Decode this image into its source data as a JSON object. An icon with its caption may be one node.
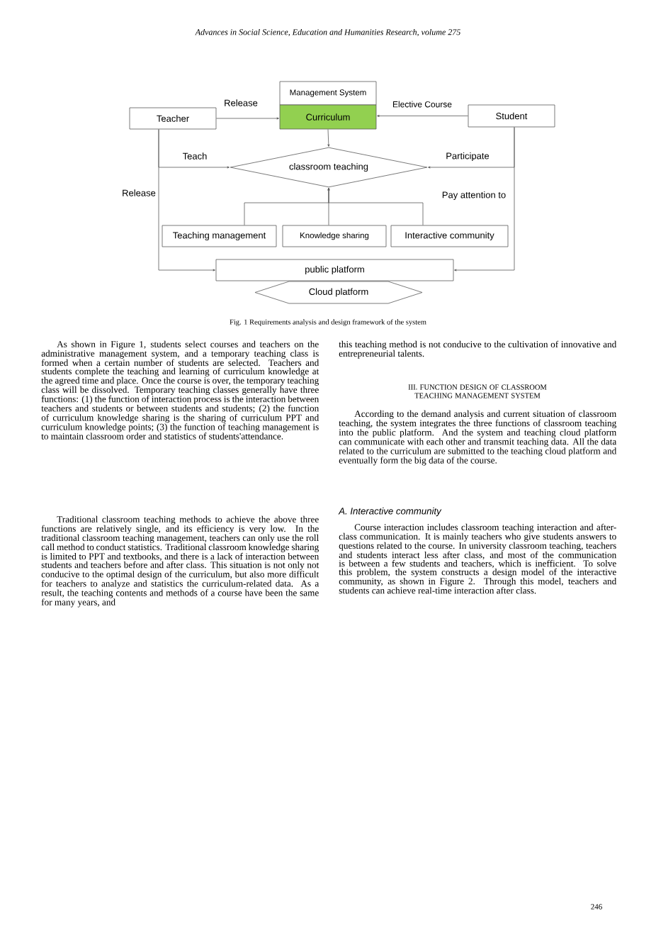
{
  "diagram": {
    "caption": "Fig. 1 Requirements analysis and design framework of the system",
    "nodes": [
      {
        "text": [
          "Management System"
        ]
      },
      {
        "text": [
          "Curriculum"
        ]
      },
      {
        "text": [
          "Teacher"
        ]
      },
      {
        "text": [
          "Student"
        ]
      },
      {
        "text": [
          "classroom teaching"
        ]
      },
      {
        "text": [
          "Teaching management"
        ]
      },
      {
        "text": [
          "Knowledge sharing"
        ]
      },
      {
        "text": [
          "Interactive community"
        ]
      },
      {
        "text": [
          "public platform"
        ]
      },
      {
        "text": [
          "Cloud platform"
        ]
      }
    ],
    "edges": [
      {
        "from": 2,
        "to": 1,
        "arrow": "to",
        "label": "Release"
      },
      {
        "from": 3,
        "to": 1,
        "arrow": "to",
        "label": "Elective Course"
      },
      {
        "from": 1,
        "to": 4,
        "arrow": "to"
      },
      {
        "from": 2,
        "to": 4,
        "arrow": "to",
        "label": "Teach"
      },
      {
        "from": 2,
        "to": 8,
        "arrow": "to",
        "label": "Release"
      },
      {
        "from": 3,
        "to": 4,
        "arrow": "to",
        "label": "Participate"
      },
      {
        "from": 3,
        "to": 8,
        "arrow": "to",
        "label": "Pay attention to"
      },
      {
        "from": 5,
        "to": 4,
        "arrow": "to"
      },
      {
        "from": 6,
        "to": 4,
        "arrow": "to"
      },
      {
        "from": 7,
        "to": 4,
        "arrow": "to"
      }
    ],
    "labels": [
      "Advances in Social Science, Education and Humanities Research, volume 275",
      "As shown in Figure 1, students select courses and teachers on the administrative management system, and a temporary teaching class is formed when a certain number of students are selected. Teachers and students complete the teaching and learning of curriculum knowledge at the agreed time and place. Once the course is over, the temporary teaching class will be dissolved. Temporary teaching classes generally have three functions: (1) the function of interaction process is the interaction between teachers and students or between students and students; (2) the function of curriculum knowledge sharing is the sharing of curriculum PPT and curriculum knowledge points; (3) the function of teaching management is to maintain classroom order and statistics of students'attendance.",
      "Traditional classroom teaching methods to achieve the above three functions are relatively single, and its efficiency is very low. In the traditional classroom teaching management, teachers can only use the roll call method to conduct statistics. Traditional classroom knowledge sharing is limited to PPT and textbooks, and there is a lack of interaction between students and teachers before and after class. This situation is not only not conducive to the optimal design of the curriculum, but also more difficult for teachers to analyze and statistics the curriculum-related data. As a result, the teaching contents and methods of a course have been the same for many years, and",
      "this teaching method is not conducive to the cultivation of innovative and entrepreneurial talents.",
      "III. FUNCTION DESIGN OF CLASSROOM TEACHING MANAGEMENT SYSTEM",
      "According to the demand analysis and current situation of classroom teaching, the system integrates the three functions of classroom teaching into the public platform. And the system and teaching cloud platform can communicate with each other and transmit teaching data. All the data related to the curriculum are submitted to the teaching cloud platform and eventually form the big data of the course.",
      "A. Interactive community",
      "Course interaction includes classroom teaching interaction and after-class communication. It is mainly teachers who give students answers to questions related to the course. In university classroom teaching, teachers and students interact less after class, and most of the communication is between a few students and teachers, which is inefficient. To solve this problem, the system constructs a design model of the interactive community, as shown in Figure 2. Through this model, teachers and students can achieve real-time interaction after class.",
      "246"
    ]
  }
}
